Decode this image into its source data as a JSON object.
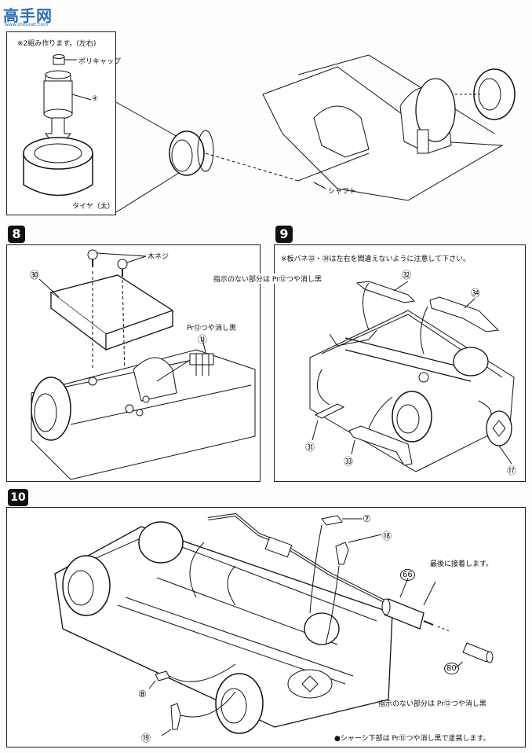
{
  "watermark": {
    "logo_text": "高手网",
    "logo_sub": "www.shounet.com"
  },
  "step7": {
    "note": "※2組み作ります。(左右)",
    "polycap_label": "ポリキャップ",
    "part_4": "④",
    "tire_label": "タイヤ（太）",
    "shaft_label": "シャフト"
  },
  "step8": {
    "number": "8",
    "wood_screw": "木ネジ",
    "part_30": "㉚",
    "part_11": "⑪",
    "paint_note": "Pr⑫つや消し黒"
  },
  "step9": {
    "number": "9",
    "note": "※板バネ㉝・㉞は左右を間違えないように注意して下さい。",
    "paint_note": "指示のない部分は Pr⑫つや消し黒",
    "part_32": "㉜",
    "part_34": "㉞",
    "part_31": "㉛",
    "part_33": "㉝",
    "part_17": "⑰"
  },
  "step10": {
    "number": "10",
    "part_7": "⑦",
    "part_18": "⑱",
    "part_66": "66",
    "last_note": "最後に接着します。",
    "part_80": "80",
    "part_8": "⑧",
    "part_19": "⑲",
    "paint_note": "指示のない部分は Pr⑫つや消し黒",
    "chassis_note": "●シャーシ下部は Pr⑫つや消し黒で塗装します。"
  }
}
